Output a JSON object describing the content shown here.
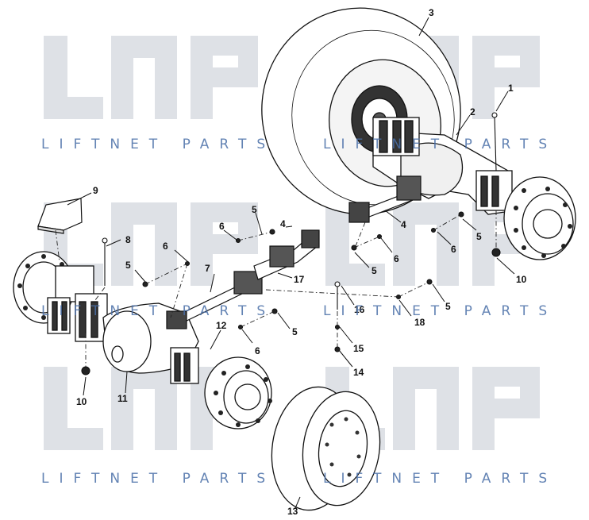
{
  "watermark": {
    "logo_text": "LNP",
    "tagline": "LIFTNET PARTS",
    "color": "#c9ced6",
    "tagline_color": "#4a6fa8"
  },
  "callouts": {
    "c1": "1",
    "c2": "2",
    "c3": "3",
    "c4a": "4",
    "c4b": "4",
    "c5a": "5",
    "c5b": "5",
    "c5c": "5",
    "c5d": "5",
    "c5e": "5",
    "c6a": "6",
    "c6b": "6",
    "c6c": "6",
    "c6d": "6",
    "c6e": "6",
    "c7": "7",
    "c8": "8",
    "c9": "9",
    "c10a": "10",
    "c10b": "10",
    "c11": "11",
    "c12": "12",
    "c13": "13",
    "c14": "14",
    "c15": "15",
    "c16": "16",
    "c17": "17",
    "c18": "18"
  }
}
